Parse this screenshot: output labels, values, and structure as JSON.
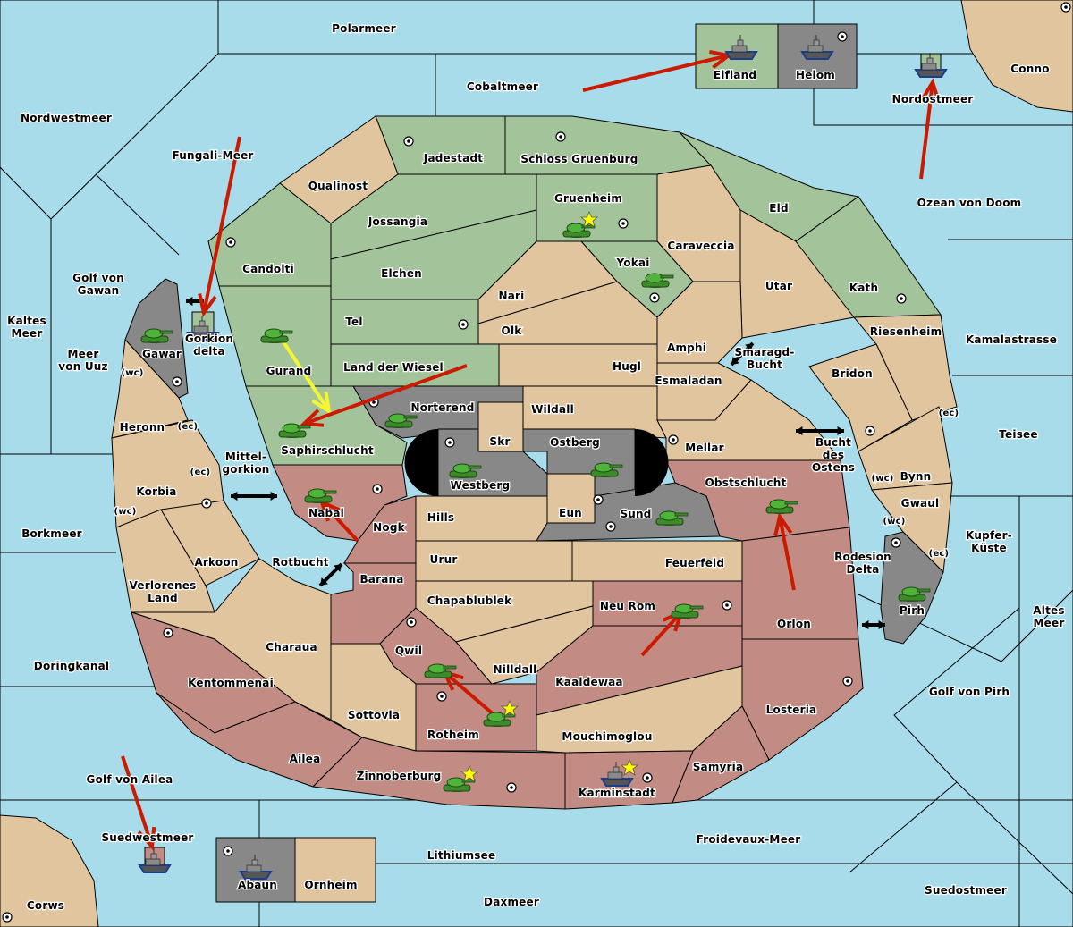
{
  "map_title": "Diplomacy map",
  "colors": {
    "sea": "#a8dcea",
    "neutral": "#e1c59e",
    "green_power": "#a3c49a",
    "red_power": "#c28c84",
    "grey_power": "#888888",
    "move_order": "#cc1a00",
    "support_order": "#f5f532",
    "star": "#ffff00"
  },
  "seas": [
    {
      "name": "Polarmeer"
    },
    {
      "name": "Cobaltmeer"
    },
    {
      "name": "Nordwestmeer"
    },
    {
      "name": "Fungali-Meer"
    },
    {
      "name": "Nordostmeer"
    },
    {
      "name": "Ozean von Doom"
    },
    {
      "name": "Golf von Gawan"
    },
    {
      "name": "Kaltes Meer"
    },
    {
      "name": "Meer von Uuz"
    },
    {
      "name": "Gorkion delta"
    },
    {
      "name": "Mittel-gorkion"
    },
    {
      "name": "Borkmeer"
    },
    {
      "name": "Rotbucht"
    },
    {
      "name": "Doringkanal"
    },
    {
      "name": "Golf von Ailea"
    },
    {
      "name": "Suedwestmeer"
    },
    {
      "name": "Lithiumsee"
    },
    {
      "name": "Daxmeer"
    },
    {
      "name": "Froidevaux-Meer"
    },
    {
      "name": "Suedostmeer"
    },
    {
      "name": "Golf von Pirh"
    },
    {
      "name": "Altes Meer"
    },
    {
      "name": "Kupfer-Küste"
    },
    {
      "name": "Rodesion Delta"
    },
    {
      "name": "Teisee"
    },
    {
      "name": "Kamalastrasse"
    },
    {
      "name": "Smaragd-Bucht"
    },
    {
      "name": "Bucht des Ostens"
    }
  ],
  "provinces": [
    {
      "name": "Jadestadt",
      "owner": "green",
      "sc": true
    },
    {
      "name": "Schloss Gruenburg",
      "owner": "green",
      "sc": true
    },
    {
      "name": "Qualinost",
      "owner": "neutral",
      "sc": false
    },
    {
      "name": "Jossangia",
      "owner": "green",
      "sc": false
    },
    {
      "name": "Gruenheim",
      "owner": "green",
      "sc": true
    },
    {
      "name": "Eld",
      "owner": "green",
      "sc": false
    },
    {
      "name": "Candolti",
      "owner": "green",
      "sc": true
    },
    {
      "name": "Elchen",
      "owner": "green",
      "sc": false
    },
    {
      "name": "Caraveccia",
      "owner": "neutral",
      "sc": false
    },
    {
      "name": "Yokai",
      "owner": "green",
      "sc": true
    },
    {
      "name": "Nari",
      "owner": "neutral",
      "sc": false
    },
    {
      "name": "Utar",
      "owner": "neutral",
      "sc": false
    },
    {
      "name": "Kath",
      "owner": "green",
      "sc": true
    },
    {
      "name": "Tel",
      "owner": "green",
      "sc": true
    },
    {
      "name": "Olk",
      "owner": "neutral",
      "sc": false
    },
    {
      "name": "Gurand",
      "owner": "green",
      "sc": false
    },
    {
      "name": "Land der Wiesel",
      "owner": "green",
      "sc": false
    },
    {
      "name": "Hugl",
      "owner": "neutral",
      "sc": false
    },
    {
      "name": "Amphi",
      "owner": "neutral",
      "sc": false
    },
    {
      "name": "Riesenheim",
      "owner": "neutral",
      "sc": false
    },
    {
      "name": "Esmaladan",
      "owner": "neutral",
      "sc": false
    },
    {
      "name": "Bridon",
      "owner": "neutral",
      "sc": true
    },
    {
      "name": "Gawar",
      "owner": "grey",
      "sc": true
    },
    {
      "name": "Heronn",
      "owner": "neutral",
      "sc": false
    },
    {
      "name": "Norterend",
      "owner": "grey",
      "sc": true
    },
    {
      "name": "Wildall",
      "owner": "neutral",
      "sc": false
    },
    {
      "name": "Saphirschlucht",
      "owner": "green",
      "sc": false
    },
    {
      "name": "Skr",
      "owner": "neutral",
      "sc": false
    },
    {
      "name": "Ostberg",
      "owner": "grey",
      "sc": true
    },
    {
      "name": "Westberg",
      "owner": "grey",
      "sc": true
    },
    {
      "name": "Mellar",
      "owner": "neutral",
      "sc": true
    },
    {
      "name": "Korbia",
      "owner": "neutral",
      "sc": true
    },
    {
      "name": "Nabai",
      "owner": "red",
      "sc": true
    },
    {
      "name": "Obstschlucht",
      "owner": "red",
      "sc": false
    },
    {
      "name": "Bynn",
      "owner": "neutral",
      "sc": false
    },
    {
      "name": "Eun",
      "owner": "neutral",
      "sc": false
    },
    {
      "name": "Sund",
      "owner": "grey",
      "sc": true
    },
    {
      "name": "Hills",
      "owner": "neutral",
      "sc": false
    },
    {
      "name": "Nogk",
      "owner": "red",
      "sc": false
    },
    {
      "name": "Gwaul",
      "owner": "neutral",
      "sc": false
    },
    {
      "name": "Arkoon",
      "owner": "neutral",
      "sc": false
    },
    {
      "name": "Urur",
      "owner": "neutral",
      "sc": false
    },
    {
      "name": "Feuerfeld",
      "owner": "neutral",
      "sc": false
    },
    {
      "name": "Barana",
      "owner": "red",
      "sc": false
    },
    {
      "name": "Verlorenes Land",
      "owner": "neutral",
      "sc": false
    },
    {
      "name": "Chapablublek",
      "owner": "neutral",
      "sc": false
    },
    {
      "name": "Neu Rom",
      "owner": "red",
      "sc": true
    },
    {
      "name": "Pirh",
      "owner": "grey",
      "sc": true
    },
    {
      "name": "Orlon",
      "owner": "red",
      "sc": false
    },
    {
      "name": "Charaua",
      "owner": "neutral",
      "sc": false
    },
    {
      "name": "Qwil",
      "owner": "red",
      "sc": true
    },
    {
      "name": "Nilldall",
      "owner": "neutral",
      "sc": false
    },
    {
      "name": "Kentommenai",
      "owner": "red",
      "sc": true
    },
    {
      "name": "Kaaldewaa",
      "owner": "red",
      "sc": false
    },
    {
      "name": "Sottovia",
      "owner": "neutral",
      "sc": false
    },
    {
      "name": "Rotheim",
      "owner": "red",
      "sc": true
    },
    {
      "name": "Losteria",
      "owner": "red",
      "sc": true
    },
    {
      "name": "Mouchimoglou",
      "owner": "neutral",
      "sc": false
    },
    {
      "name": "Ailea",
      "owner": "red",
      "sc": false
    },
    {
      "name": "Samyria",
      "owner": "red",
      "sc": false
    },
    {
      "name": "Zinnoberburg",
      "owner": "red",
      "sc": true
    },
    {
      "name": "Karminstadt",
      "owner": "red",
      "sc": true
    },
    {
      "name": "Elfland",
      "owner": "green",
      "sc": false
    },
    {
      "name": "Helom",
      "owner": "grey",
      "sc": true
    },
    {
      "name": "Conno",
      "owner": "neutral",
      "sc": true
    },
    {
      "name": "Abaun",
      "owner": "grey",
      "sc": true
    },
    {
      "name": "Ornheim",
      "owner": "neutral",
      "sc": false
    },
    {
      "name": "Corws",
      "owner": "neutral",
      "sc": true
    }
  ],
  "coast_labels": [
    "(wc)",
    "(ec)",
    "(ec)",
    "(wc)",
    "(ec)",
    "(wc)",
    "(wc)",
    "(ec)"
  ],
  "units": [
    {
      "type": "army",
      "power": "green",
      "location": "Gruenheim",
      "starred": true
    },
    {
      "type": "army",
      "power": "green",
      "location": "Yokai",
      "starred": false
    },
    {
      "type": "army",
      "power": "green",
      "location": "Gurand",
      "starred": false
    },
    {
      "type": "army",
      "power": "green",
      "location": "Saphirschlucht",
      "starred": false
    },
    {
      "type": "army",
      "power": "grey",
      "location": "Gawar",
      "starred": false
    },
    {
      "type": "fleet",
      "power": "green",
      "location": "Gorkion delta",
      "starred": false
    },
    {
      "type": "army",
      "power": "grey",
      "location": "Norterend",
      "starred": false
    },
    {
      "type": "army",
      "power": "grey",
      "location": "Westberg",
      "starred": false
    },
    {
      "type": "army",
      "power": "grey",
      "location": "Ostberg",
      "starred": false
    },
    {
      "type": "army",
      "power": "grey",
      "location": "Sund",
      "starred": false
    },
    {
      "type": "army",
      "power": "red",
      "location": "Nabai",
      "starred": false
    },
    {
      "type": "army",
      "power": "red",
      "location": "Obstschlucht",
      "starred": false
    },
    {
      "type": "army",
      "power": "grey",
      "location": "Pirh",
      "starred": false
    },
    {
      "type": "army",
      "power": "red",
      "location": "Neu Rom",
      "starred": false
    },
    {
      "type": "army",
      "power": "red",
      "location": "Qwil",
      "starred": false
    },
    {
      "type": "army",
      "power": "red",
      "location": "Rotheim",
      "starred": true
    },
    {
      "type": "army",
      "power": "red",
      "location": "Zinnoberburg",
      "starred": true
    },
    {
      "type": "fleet",
      "power": "red",
      "location": "Karminstadt",
      "starred": true
    },
    {
      "type": "fleet",
      "power": "green",
      "location": "Elfland",
      "starred": false
    },
    {
      "type": "fleet",
      "power": "grey",
      "location": "Helom",
      "starred": false
    },
    {
      "type": "fleet",
      "power": "green",
      "location": "Nordostmeer",
      "starred": false
    },
    {
      "type": "fleet",
      "power": "red",
      "location": "Suedwestmeer",
      "starred": false
    },
    {
      "type": "fleet",
      "power": "grey",
      "location": "Abaun",
      "starred": false
    }
  ],
  "orders": [
    {
      "kind": "move",
      "from": "Cobaltmeer",
      "to": "Elfland"
    },
    {
      "kind": "move",
      "from": "Ozean von Doom",
      "to": "Nordostmeer"
    },
    {
      "kind": "move",
      "from": "Fungali-Meer",
      "to": "Gorkion delta"
    },
    {
      "kind": "support",
      "from": "Gurand",
      "to": "Saphirschlucht"
    },
    {
      "kind": "move",
      "from": "Land der Wiesel",
      "to": "Saphirschlucht"
    },
    {
      "kind": "move",
      "from": "Nogk",
      "to": "Nabai"
    },
    {
      "kind": "move",
      "from": "Orlon",
      "to": "Obstschlucht"
    },
    {
      "kind": "move",
      "from": "Kaaldewaa",
      "to": "Neu Rom"
    },
    {
      "kind": "move",
      "from": "Rotheim",
      "to": "Qwil"
    },
    {
      "kind": "move",
      "from": "Golf von Ailea",
      "to": "Suedwestmeer"
    }
  ],
  "connections": [
    {
      "between": [
        "Gawar",
        "Gorkion delta"
      ]
    },
    {
      "between": [
        "Mittel-gorkion",
        "Korbia"
      ]
    },
    {
      "between": [
        "Rotbucht",
        "Barana"
      ]
    },
    {
      "between": [
        "Smaragd-Bucht",
        "Amphi"
      ]
    },
    {
      "between": [
        "Bucht des Ostens",
        "Bridon"
      ]
    },
    {
      "between": [
        "Rodesion Delta",
        "Pirh"
      ]
    }
  ]
}
